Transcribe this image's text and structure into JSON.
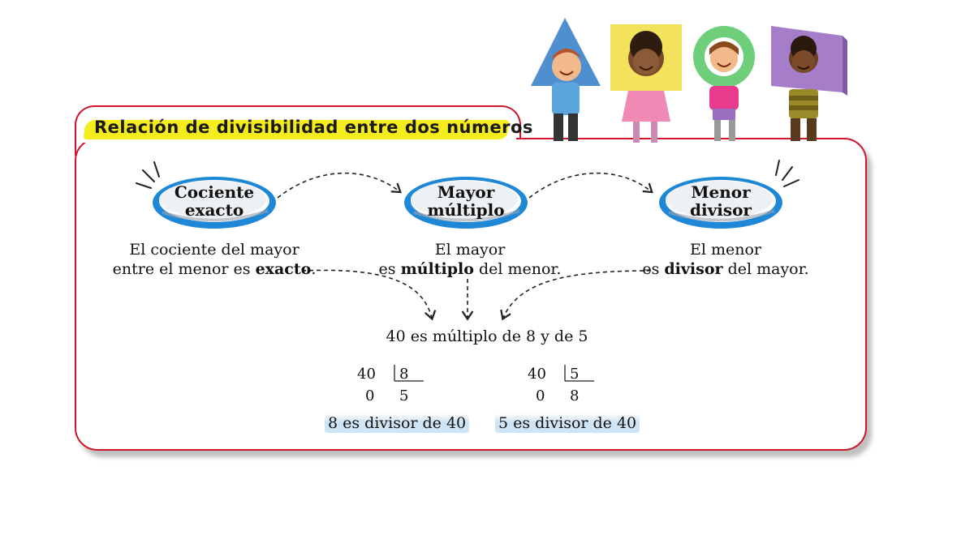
{
  "title": "Relación de divisibilidad entre dos números",
  "concepts": [
    {
      "label_line1": "Cociente",
      "label_line2": "exacto",
      "desc_line1": "El cociente del mayor",
      "desc_line2_pre": "entre el menor es ",
      "desc_line2_bold": "exacto",
      "desc_line2_post": "."
    },
    {
      "label_line1": "Mayor",
      "label_line2": "múltiplo",
      "desc_line1": "El mayor",
      "desc_line2_pre": "es ",
      "desc_line2_bold": "múltiplo",
      "desc_line2_post": " del menor."
    },
    {
      "label_line1": "Menor",
      "label_line2": "divisor",
      "desc_line1": "El menor",
      "desc_line2_pre": "es ",
      "desc_line2_bold": "divisor",
      "desc_line2_post": " del mayor."
    }
  ],
  "central_statement": "40 es múltiplo de 8 y de 5",
  "divisions": [
    {
      "dividend": "40",
      "divisor": "8",
      "remainder": "0",
      "quotient": "5",
      "result": "8 es divisor de 40"
    },
    {
      "dividend": "40",
      "divisor": "5",
      "remainder": "0",
      "quotient": "8",
      "result": "5 es divisor de 40"
    }
  ],
  "colors": {
    "border": "#d1132c",
    "highlight": "#f5ec1e",
    "pill_blue": "#1e88d6",
    "result_bg": "#cfe4f4"
  }
}
